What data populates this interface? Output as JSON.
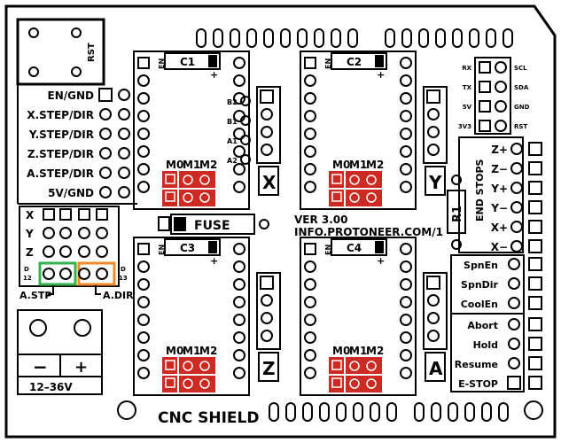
{
  "board": {
    "title": "CNC SHIELD",
    "version": "VER 3.00",
    "website": "INFO.PROTONEER.COM/1",
    "fuse_label": "FUSE",
    "resistor_label": "R1",
    "rst_label": "RST",
    "power_minus": "−",
    "power_plus": "+",
    "power_range": "12–36V",
    "colors": {
      "line": "#000000",
      "jumper": "#cc2a22",
      "green": "#2fb34a",
      "orange": "#f08a28"
    }
  },
  "left_pins": [
    "EN/GND",
    "X.STEP/DIR",
    "Y.STEP/DIR",
    "Z.STEP/DIR",
    "A.STEP/DIR",
    "5V/GND"
  ],
  "axis_select": {
    "rows": [
      "X",
      "Y",
      "Z"
    ],
    "d12": [
      "D",
      "12"
    ],
    "d13": [
      "D",
      "13"
    ],
    "a_step": "A.STP",
    "a_dir": "A.DIR"
  },
  "drivers": [
    {
      "cap": "C1",
      "axis": "X",
      "en": "EN",
      "plus": "+",
      "m_labels": [
        "M0",
        "M1",
        "M2"
      ],
      "side_pins": [
        "B2",
        "B1",
        "A1",
        "A2"
      ]
    },
    {
      "cap": "C2",
      "axis": "Y",
      "en": "EN",
      "plus": "+",
      "m_labels": [
        "M0",
        "M1",
        "M2"
      ]
    },
    {
      "cap": "C3",
      "axis": "Z",
      "en": "EN",
      "plus": "+",
      "m_labels": [
        "M0",
        "M1",
        "M2"
      ]
    },
    {
      "cap": "C4",
      "axis": "A",
      "en": "EN",
      "plus": "+",
      "m_labels": [
        "M0",
        "M1",
        "M2"
      ]
    }
  ],
  "i2c_left": [
    "RX",
    "TX",
    "5V",
    "3V3"
  ],
  "i2c_right": [
    "SCL",
    "SDA",
    "GND",
    "RST"
  ],
  "end_stops": {
    "title": "END STOPS",
    "labels": [
      "Z+",
      "Z−",
      "Y+",
      "Y−",
      "X+",
      "X−"
    ]
  },
  "controls": [
    "SpnEn",
    "SpnDir",
    "CoolEn",
    "Abort",
    "Hold",
    "Resume",
    "E-STOP"
  ]
}
